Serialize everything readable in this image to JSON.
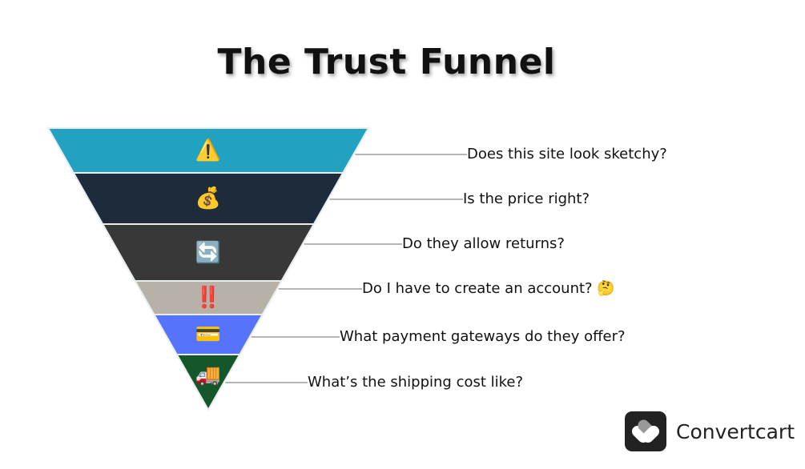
{
  "title": "The Trust Funnel",
  "stages": [
    {
      "icon": "warning-icon",
      "glyph": "⚠️",
      "color": "#22a2c0",
      "question": "Does this site look sketchy?"
    },
    {
      "icon": "money-bag-icon",
      "glyph": "💰",
      "color": "#1d2b3a",
      "question": "Is the price right?"
    },
    {
      "icon": "repeat-icon",
      "glyph": "🔄",
      "color": "#393838",
      "question": "Do they allow returns?"
    },
    {
      "icon": "double-exclamation-icon",
      "glyph": "‼️",
      "color": "#b7b1a8",
      "question": "Do I have to create an account? 🤔"
    },
    {
      "icon": "credit-card-icon",
      "glyph": "💳",
      "color": "#5574fb",
      "question": "What payment gateways do they offer?"
    },
    {
      "icon": "delivery-truck-icon",
      "glyph": "🚚",
      "color": "#13572a",
      "question": "What’s the shipping cost like?"
    }
  ],
  "logo": {
    "text": "Convertcart"
  }
}
